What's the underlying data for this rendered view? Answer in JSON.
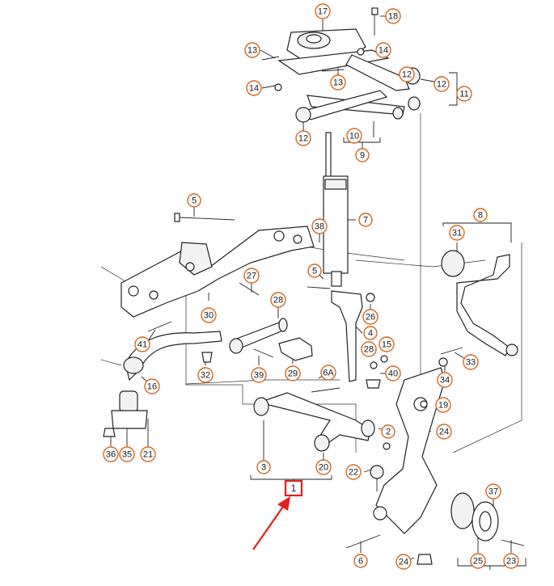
{
  "diagram": {
    "callouts": [
      "17",
      "18",
      "13",
      "14",
      "14",
      "13",
      "12",
      "11",
      "12",
      "12",
      "10",
      "9",
      "5",
      "38",
      "7",
      "8",
      "31",
      "27",
      "5",
      "30",
      "28",
      "26",
      "4",
      "41",
      "28",
      "15",
      "33",
      "32",
      "39",
      "29",
      "6A",
      "40",
      "34",
      "16",
      "19",
      "24",
      "2",
      "3",
      "20",
      "22",
      "37",
      "36",
      "35",
      "21",
      "6",
      "24",
      "25",
      "23"
    ],
    "highlight": {
      "label": "1",
      "color": "#e0201a"
    },
    "accent_color": "#d2691e"
  }
}
